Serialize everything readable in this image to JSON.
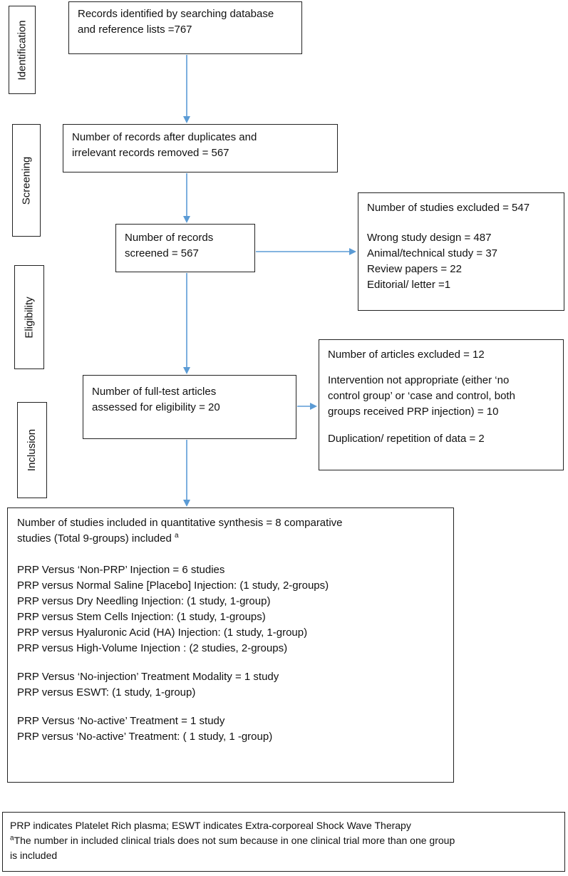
{
  "stages": {
    "identification": "Identification",
    "screening": "Screening",
    "eligibility": "Eligibility",
    "inclusion": "Inclusion"
  },
  "boxes": {
    "identified": [
      "Records identified by searching database",
      "and reference lists =767"
    ],
    "after_duplicates": [
      "Number of records after duplicates and",
      "irrelevant records removed =  567"
    ],
    "screened": [
      "Number of records",
      "screened = 567"
    ],
    "excluded_studies": {
      "header": "Number of studies excluded = 547",
      "items": [
        "Wrong study design = 487",
        "Animal/technical study = 37",
        "Review papers = 22",
        "Editorial/ letter =1"
      ]
    },
    "full_text": [
      "Number of full-test  articles",
      "assessed for eligibility = 20"
    ],
    "excluded_articles": {
      "header": "Number of articles excluded = 12",
      "intervention": [
        "Intervention not appropriate (either ‘no",
        "control group’ or ‘case and control, both",
        "groups received PRP injection) = 10"
      ],
      "duplication": "Duplication/  repetition of data = 2"
    },
    "included": {
      "header_line1": "Number of studies included in quantitative synthesis = 8 comparative",
      "header_line2": "studies (Total 9-groups) included",
      "header_sup": "a",
      "group1": [
        "PRP Versus ‘Non-PRP’ Injection = 6 studies",
        "PRP versus Normal Saline [Placebo] Injection: (1 study, 2-groups)",
        "PRP versus Dry Needling Injection: (1 study, 1-group)",
        "PRP versus Stem Cells Injection: (1 study, 1-groups)",
        "PRP versus Hyaluronic Acid (HA) Injection: (1 study, 1-group)",
        "PRP versus High-Volume Injection : (2 studies, 2-groups)"
      ],
      "group2": [
        "PRP Versus ‘No-injection’ Treatment Modality = 1 study",
        "PRP versus ESWT: (1 study, 1-group)"
      ],
      "group3": [
        "PRP Versus ‘No-active’ Treatment = 1 study",
        "PRP versus ‘No-active’ Treatment: ( 1 study, 1 -group)"
      ]
    },
    "footnote": {
      "line1": "PRP indicates Platelet Rich plasma;  ESWT indicates Extra-corporeal Shock Wave Therapy",
      "sup": "a",
      "line2": "The number in included clinical trials does not sum because in one clinical trial more than one group",
      "line3": "is included"
    }
  },
  "colors": {
    "arrow": "#5b9bd5",
    "border": "#222222"
  }
}
